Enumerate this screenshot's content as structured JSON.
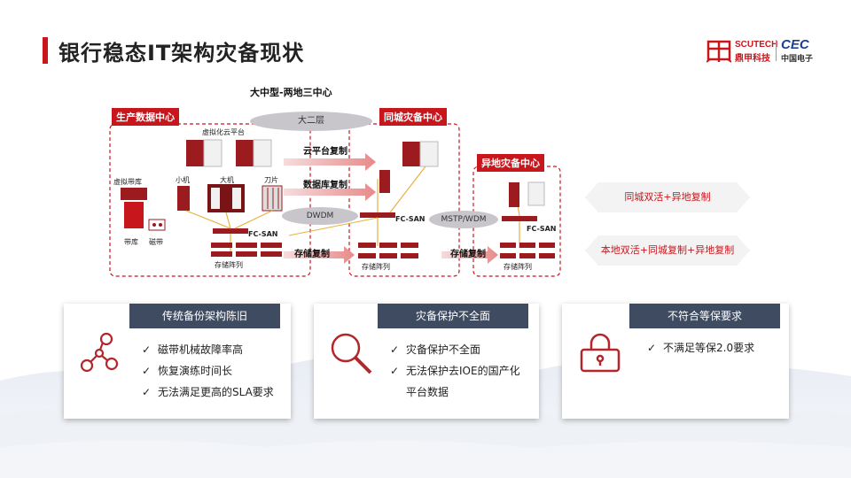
{
  "page": {
    "title": "银行稳态IT架构灾备现状"
  },
  "logo": {
    "brand_a": "SCUTECH",
    "brand_a_cn": "鼎甲科技",
    "brand_b": "CEC",
    "brand_b_cn": "中国电子"
  },
  "diagram": {
    "title": "大中型-两地三中心",
    "sites": {
      "production": "生产数据中心",
      "same_city": "同城灾备中心",
      "remote": "异地灾备中心"
    },
    "pills": {
      "l2": "大二层",
      "dwdm": "DWDM",
      "mstp": "MSTP/WDM"
    },
    "arrows": {
      "cloud_copy": "云平台复制",
      "db_copy": "数据库复制",
      "storage_copy_1": "存储复制",
      "storage_copy_2": "存储复制"
    },
    "labels": {
      "virtual_cloud": "虚拟化云平台",
      "minicomputer": "小机",
      "mainframe": "大机",
      "blade": "刀片",
      "virtual_tape": "虚拟带库",
      "tape_lib": "带库",
      "tape": "磁带",
      "fcsan_1": "FC-SAN",
      "fcsan_2": "FC-SAN",
      "fcsan_3": "FC-SAN",
      "array_1": "存储阵列",
      "array_2": "存储阵列",
      "array_3": "存储阵列"
    }
  },
  "options": [
    {
      "label": "同城双活+异地复制"
    },
    {
      "label": "本地双活+同城复制+异地复制"
    }
  ],
  "cards": [
    {
      "title": "传统备份架构陈旧",
      "icon": "network-nodes-icon",
      "items": [
        "磁带机械故障率高",
        "恢复演练时间长",
        "无法满足更高的SLA要求"
      ]
    },
    {
      "title": "灾备保护不全面",
      "icon": "magnifier-icon",
      "items": [
        "灾备保护不全面",
        "无法保护去IOE的国产化",
        "平台数据"
      ]
    },
    {
      "title": "不符合等保要求",
      "icon": "lock-icon",
      "items": [
        "不满足等保2.0要求"
      ]
    }
  ],
  "colors": {
    "accent": "#c8161d",
    "card_header": "#3f4b60"
  }
}
